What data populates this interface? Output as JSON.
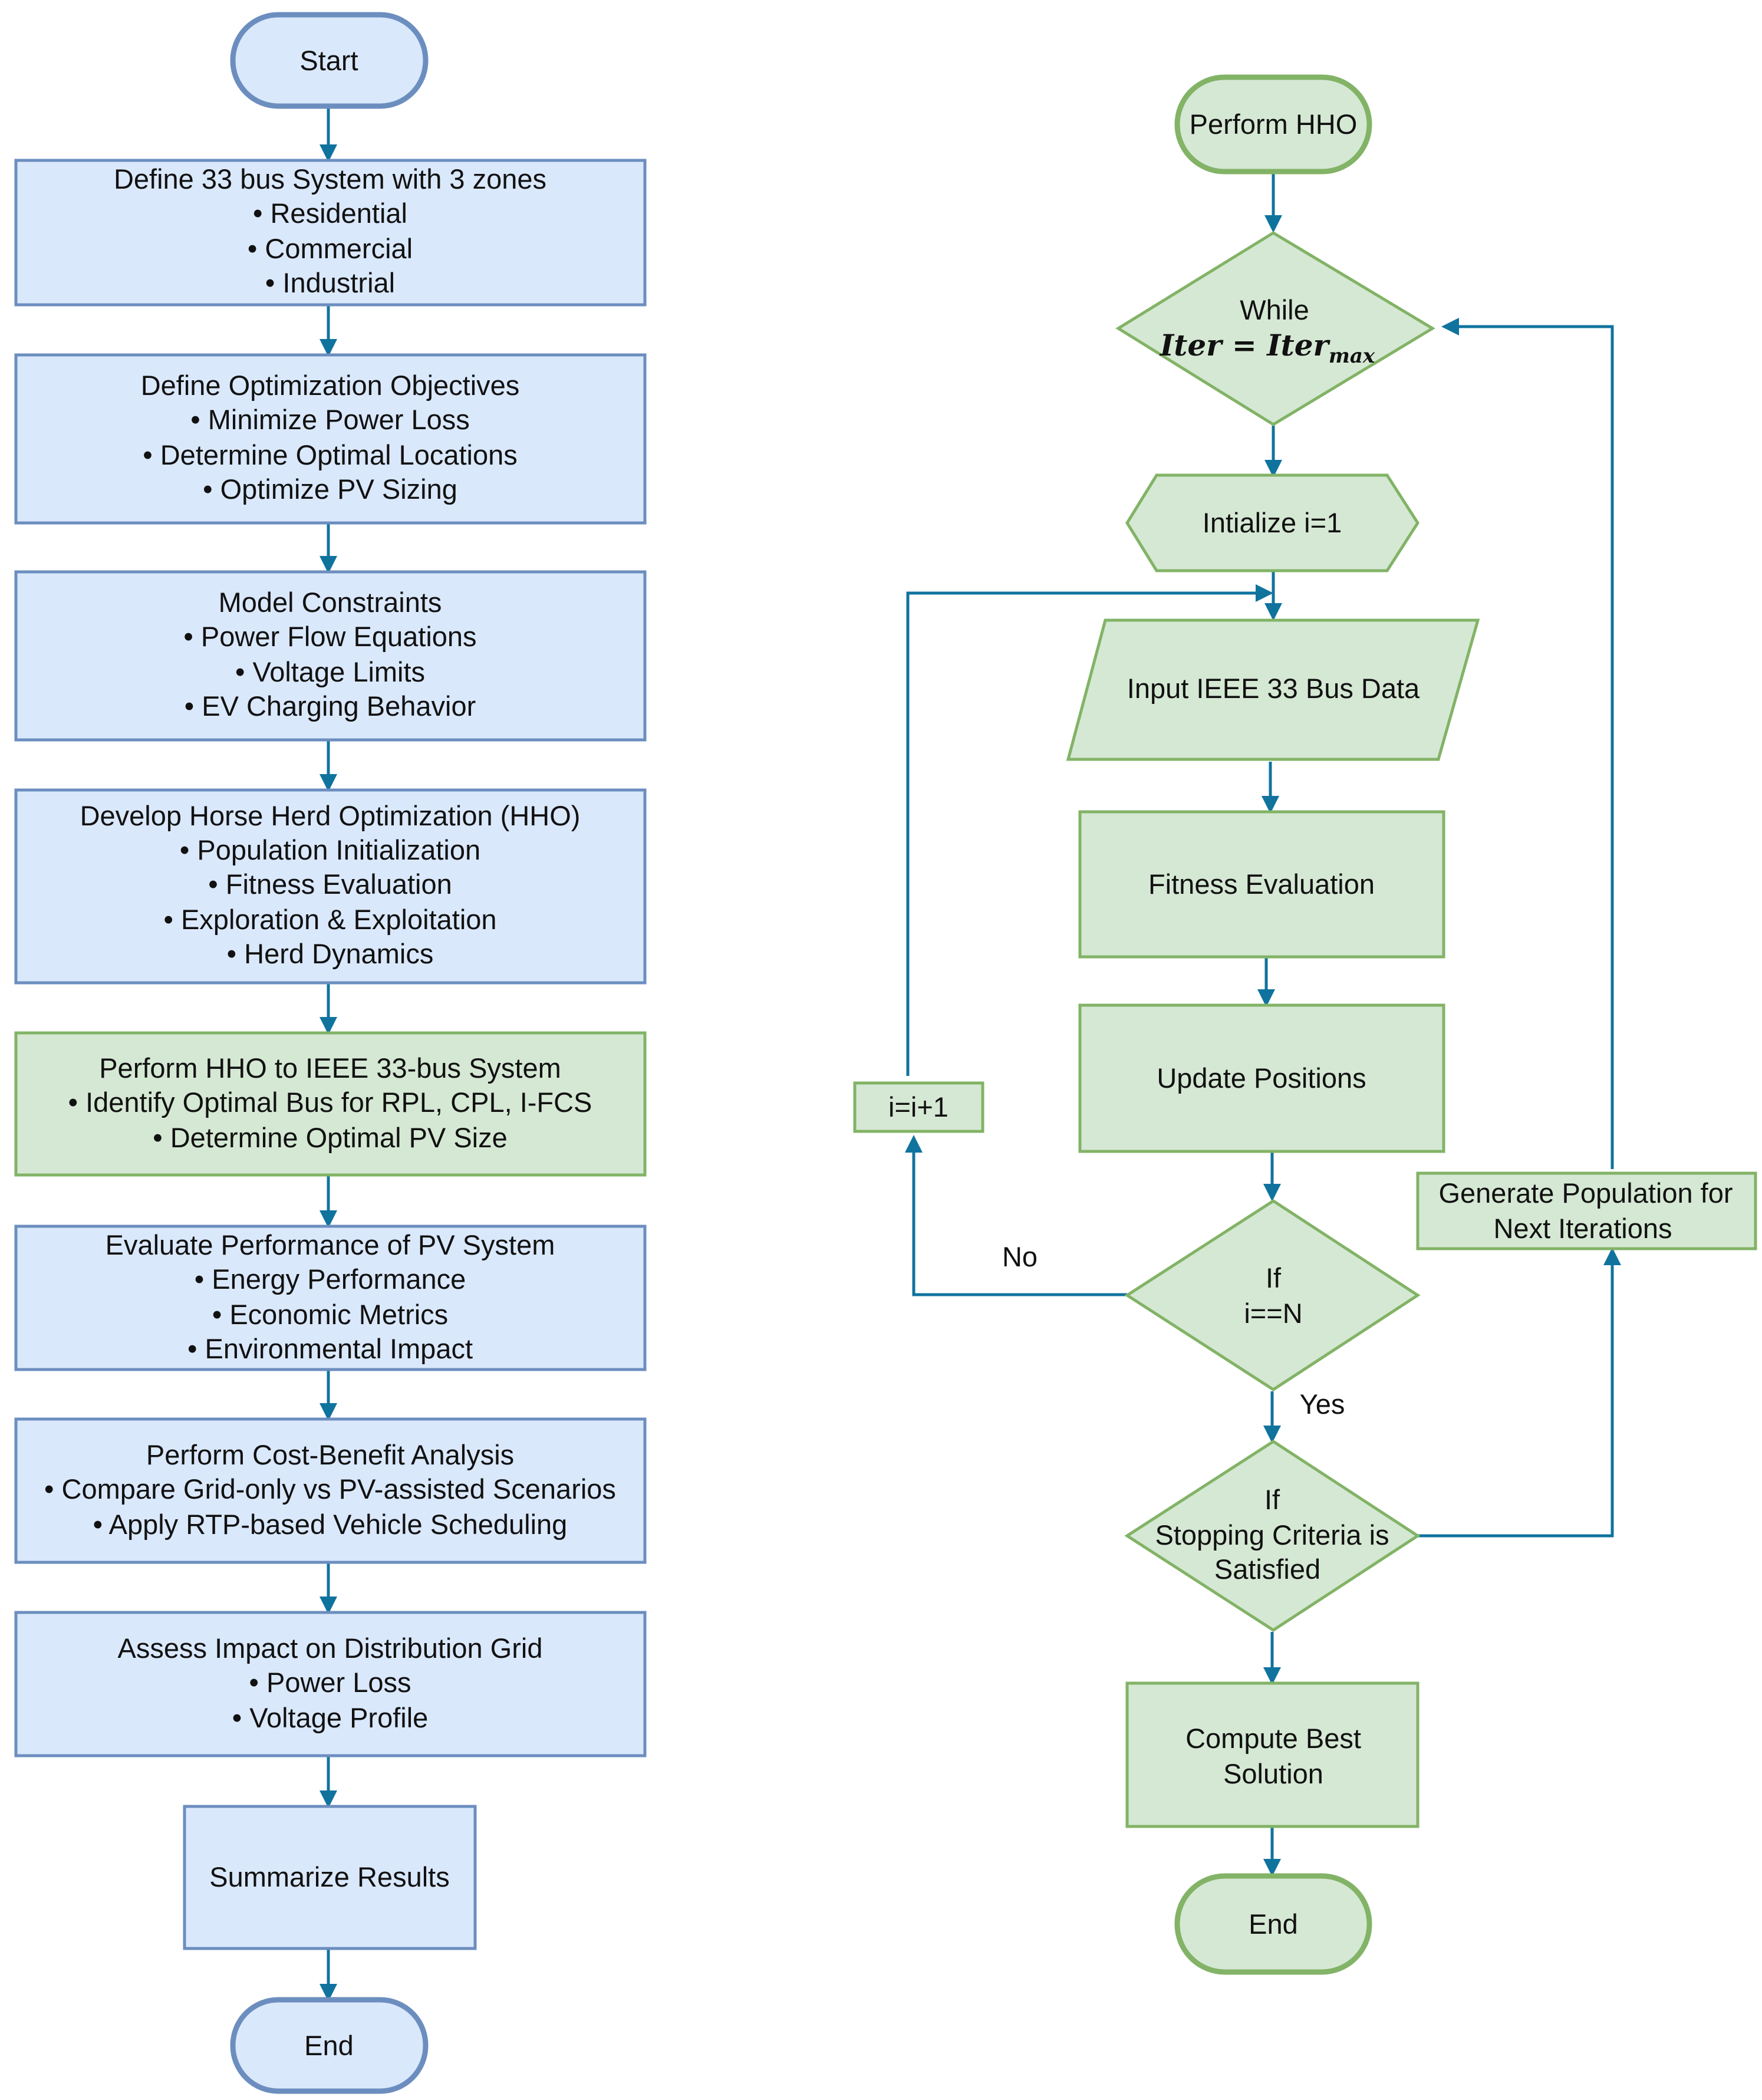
{
  "colors": {
    "blue_fill": "#dae8fc",
    "blue_stroke": "#6c8ebf",
    "green_fill": "#d5e8d4",
    "green_stroke": "#82b366",
    "connector": "#10739e"
  },
  "left_flow": {
    "start": "Start",
    "end": "End",
    "steps": [
      {
        "title": "Define 33 bus System with 3 zones",
        "items": [
          "• Residential",
          "• Commercial",
          "• Industrial"
        ]
      },
      {
        "title": "Define Optimization Objectives",
        "items": [
          "• Minimize Power Loss",
          "• Determine Optimal Locations",
          "• Optimize PV Sizing"
        ]
      },
      {
        "title": "Model Constraints",
        "items": [
          "• Power Flow Equations",
          "• Voltage Limits",
          "• EV Charging Behavior"
        ]
      },
      {
        "title": "Develop Horse Herd Optimization (HHO)",
        "items": [
          "• Population Initialization",
          "• Fitness Evaluation",
          "• Exploration & Exploitation",
          "• Herd Dynamics"
        ]
      },
      {
        "title": "Perform HHO to IEEE 33-bus System",
        "items": [
          "• Identify Optimal Bus for RPL, CPL, I-FCS",
          "• Determine Optimal PV Size"
        ]
      },
      {
        "title": "Evaluate Performance of PV System",
        "items": [
          "• Energy Performance",
          "• Economic Metrics",
          "• Environmental Impact"
        ]
      },
      {
        "title": "Perform Cost-Benefit Analysis",
        "items": [
          "• Compare Grid-only vs PV-assisted Scenarios",
          "• Apply RTP-based Vehicle Scheduling"
        ]
      },
      {
        "title": "Assess Impact on Distribution Grid",
        "items": [
          "• Power Loss",
          "• Voltage Profile"
        ]
      },
      {
        "title": "Summarize Results",
        "items": []
      }
    ]
  },
  "right_flow": {
    "start": "Perform HHO",
    "while_label": "While",
    "while_math_base": "Iter = Iter",
    "while_math_sub": "max",
    "init": "Intialize i=1",
    "input": "Input IEEE 33 Bus Data",
    "fitness": "Fitness Evaluation",
    "update": "Update Positions",
    "if_n_line1": "If",
    "if_n_line2": "i==N",
    "increment": "i=i+1",
    "no_label": "No",
    "yes_label": "Yes",
    "if_stop_line1": "If",
    "if_stop_line2": "Stopping Criteria is",
    "if_stop_line3": "Satisfied",
    "generate_line1": "Generate Population for",
    "generate_line2": "Next Iterations",
    "best_line1": "Compute Best",
    "best_line2": "Solution",
    "end": "End"
  }
}
